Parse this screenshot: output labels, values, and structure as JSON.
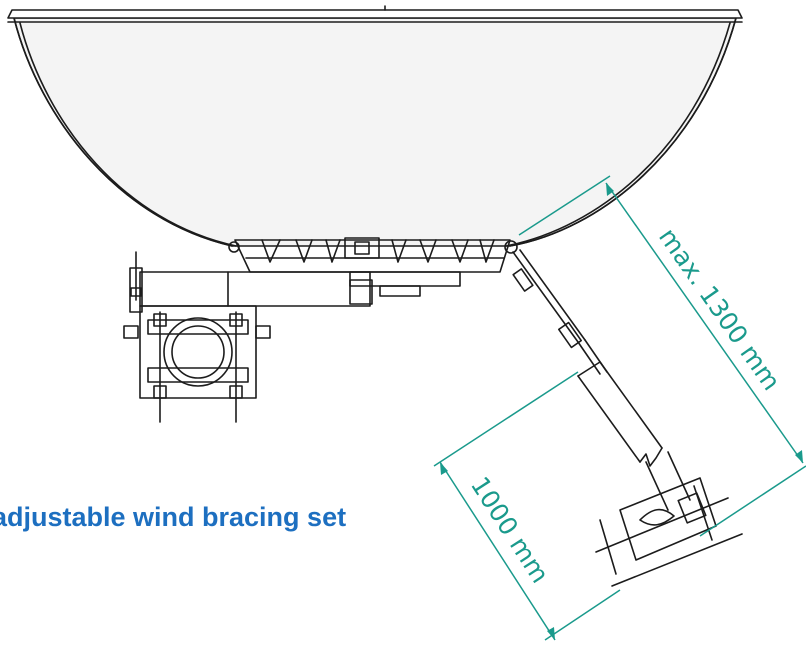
{
  "caption": "adjustable wind bracing set",
  "dimensions": {
    "long_label": "max. 1300 mm",
    "short_label": "1000 mm"
  },
  "colors": {
    "caption": "#1d6fc0",
    "dimension": "#1a9a8c",
    "line": "#1c1c1c",
    "dish_fill": "#f4f4f4"
  }
}
